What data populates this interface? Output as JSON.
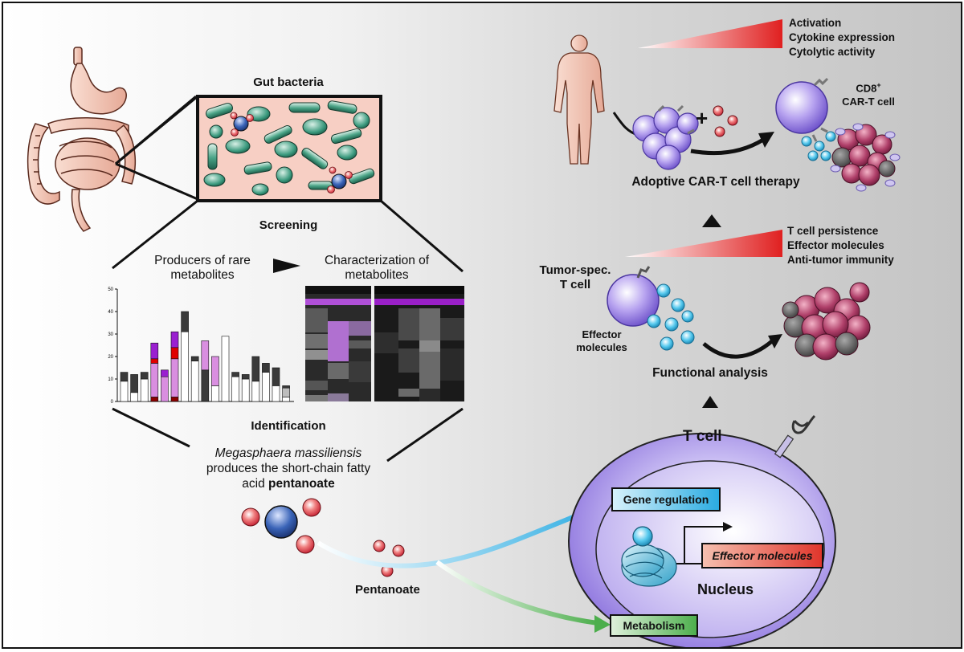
{
  "gut": {
    "title": "Gut bacteria",
    "screening": "Screening"
  },
  "screen": {
    "producers": "Producers of rare metabolites",
    "characterization": "Characterization of metabolites",
    "identification": "Identification",
    "species": "Megasphaera massiliensis",
    "desc_line1": "produces the short-chain fatty",
    "desc_line2_pre": "acid ",
    "desc_bold": "pentanoate",
    "pentanoate_label": "Pentanoate"
  },
  "chart_data": {
    "type": "bar",
    "yticks": [
      "0",
      "10",
      "20",
      "30",
      "40",
      "50"
    ],
    "ylim": [
      0,
      50
    ],
    "stacked": true,
    "bars": [
      {
        "segments": [
          {
            "v": 9,
            "c": "#ffffff"
          },
          {
            "v": 4,
            "c": "#3a3a3a"
          }
        ]
      },
      {
        "segments": [
          {
            "v": 4,
            "c": "#ffffff"
          },
          {
            "v": 8,
            "c": "#3a3a3a"
          }
        ]
      },
      {
        "segments": [
          {
            "v": 10,
            "c": "#ffffff"
          },
          {
            "v": 3,
            "c": "#3a3a3a"
          }
        ]
      },
      {
        "segments": [
          {
            "v": 2,
            "c": "#8b0000"
          },
          {
            "v": 15,
            "c": "#d98ee0"
          },
          {
            "v": 2,
            "c": "#e00000"
          },
          {
            "v": 7,
            "c": "#9a1fd0"
          }
        ]
      },
      {
        "segments": [
          {
            "v": 11,
            "c": "#d98ee0"
          },
          {
            "v": 3,
            "c": "#9a1fd0"
          }
        ]
      },
      {
        "segments": [
          {
            "v": 2,
            "c": "#8b0000"
          },
          {
            "v": 17,
            "c": "#d98ee0"
          },
          {
            "v": 5,
            "c": "#e00000"
          },
          {
            "v": 7,
            "c": "#9a1fd0"
          }
        ]
      },
      {
        "segments": [
          {
            "v": 31,
            "c": "#ffffff"
          },
          {
            "v": 9,
            "c": "#3a3a3a"
          }
        ]
      },
      {
        "segments": [
          {
            "v": 18,
            "c": "#ffffff"
          },
          {
            "v": 2,
            "c": "#3a3a3a"
          }
        ]
      },
      {
        "segments": [
          {
            "v": 14,
            "c": "#3a3a3a"
          },
          {
            "v": 13,
            "c": "#d98ee0"
          }
        ]
      },
      {
        "segments": [
          {
            "v": 7,
            "c": "#ffffff"
          },
          {
            "v": 13,
            "c": "#d98ee0"
          }
        ]
      },
      {
        "segments": [
          {
            "v": 29,
            "c": "#ffffff"
          }
        ]
      },
      {
        "segments": [
          {
            "v": 11,
            "c": "#ffffff"
          },
          {
            "v": 2,
            "c": "#3a3a3a"
          }
        ]
      },
      {
        "segments": [
          {
            "v": 10,
            "c": "#ffffff"
          },
          {
            "v": 2,
            "c": "#3a3a3a"
          }
        ]
      },
      {
        "segments": [
          {
            "v": 9,
            "c": "#ffffff"
          },
          {
            "v": 11,
            "c": "#3a3a3a"
          }
        ]
      },
      {
        "segments": [
          {
            "v": 13,
            "c": "#ffffff"
          },
          {
            "v": 4,
            "c": "#3a3a3a"
          }
        ]
      },
      {
        "segments": [
          {
            "v": 7,
            "c": "#ffffff"
          },
          {
            "v": 8,
            "c": "#3a3a3a"
          }
        ]
      },
      {
        "segments": [
          {
            "v": 2,
            "c": "#ffffff"
          },
          {
            "v": 4,
            "c": "#bdbdbd"
          },
          {
            "v": 1,
            "c": "#3a3a3a"
          }
        ]
      }
    ]
  },
  "therapy": {
    "activation": "Activation",
    "cytokine": "Cytokine expression",
    "cytolytic": "Cytolytic activity",
    "cd8": "CD8",
    "cd8_sup": "+",
    "car_t": "CAR-T cell",
    "title": "Adoptive CAR-T cell therapy",
    "plus": "+"
  },
  "functional": {
    "persistence": "T cell persistence",
    "effector_molecules": "Effector molecules",
    "anti_tumor": "Anti-tumor immunity",
    "tumor_spec_1": "Tumor-spec.",
    "tumor_spec_2": "T cell",
    "effector_1": "Effector",
    "effector_2": "molecules",
    "title": "Functional analysis"
  },
  "tcell": {
    "title": "T cell",
    "gene_regulation": "Gene regulation",
    "effector_box": "Effector molecules",
    "nucleus": "Nucleus",
    "metabolism": "Metabolism"
  },
  "colors": {
    "accent_red": "#e0352b",
    "gene_blue": "#29abe2",
    "metabolism_green": "#4cae4c",
    "tcell_purple": "#9a84e4"
  }
}
